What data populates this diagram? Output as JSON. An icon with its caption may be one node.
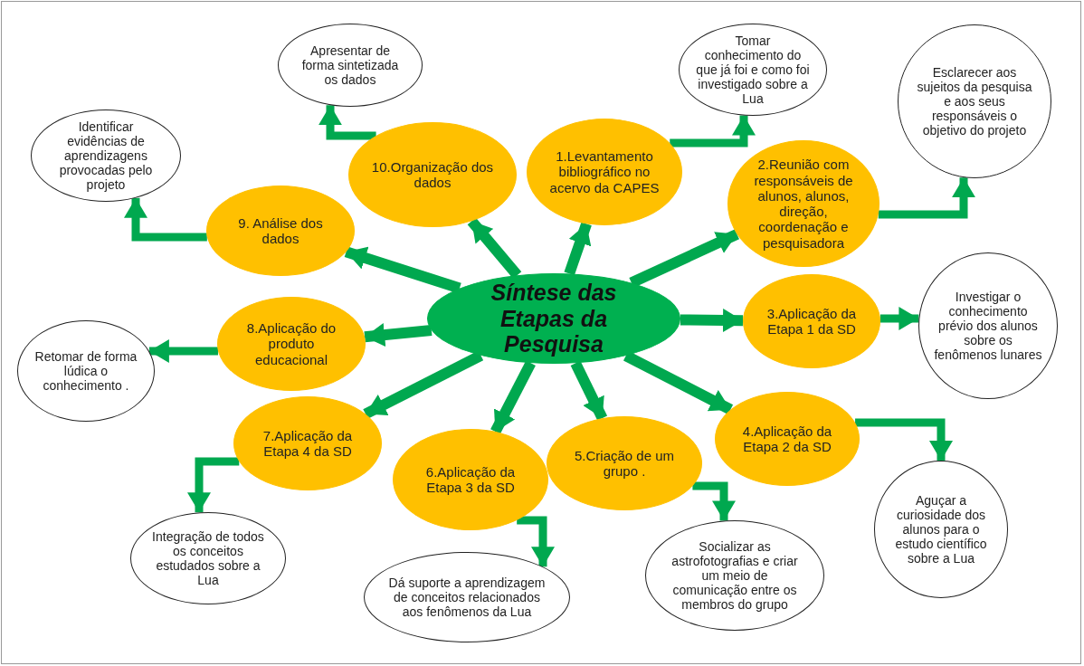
{
  "diagram": {
    "nodes": [
      {
        "text": [
          "Síntese das Etapas da Pesquisa"
        ]
      },
      {
        "text": [
          "1.Levantamento bibliográfico no acervo da CAPES"
        ]
      },
      {
        "text": [
          "2.Reunião com responsáveis de alunos, alunos, direção, coordenação e pesquisadora"
        ]
      },
      {
        "text": [
          "3.Aplicação da Etapa 1 da SD"
        ]
      },
      {
        "text": [
          "4.Aplicação da Etapa 2 da SD"
        ]
      },
      {
        "text": [
          "5.Criação de um grupo ."
        ]
      },
      {
        "text": [
          "6.Aplicação da Etapa 3 da SD"
        ]
      },
      {
        "text": [
          "7.Aplicação da Etapa 4 da SD"
        ]
      },
      {
        "text": [
          "8.Aplicação do produto educacional"
        ]
      },
      {
        "text": [
          "9. Análise dos dados"
        ]
      },
      {
        "text": [
          "10.Organização dos dados"
        ]
      },
      {
        "text": [
          "Apresentar de forma sintetizada os dados"
        ]
      },
      {
        "text": [
          "Tomar conhecimento do que já foi e como foi investigado sobre a Lua"
        ]
      },
      {
        "text": [
          "Esclarecer aos sujeitos da pesquisa e aos seus responsáveis o objetivo do projeto"
        ]
      },
      {
        "text": [
          "Identificar evidências de aprendizagens provocadas pelo projeto"
        ]
      },
      {
        "text": [
          "Investigar o conhecimento prévio dos alunos sobre os fenômenos lunares"
        ]
      },
      {
        "text": [
          "Retomar de forma lúdica o conhecimento ."
        ]
      },
      {
        "text": [
          "Aguçar a curiosidade dos alunos para o estudo científico sobre a Lua"
        ]
      },
      {
        "text": [
          "Integração de todos os conceitos estudados sobre a Lua"
        ]
      },
      {
        "text": [
          "Dá suporte a aprendizagem de conceitos relacionados aos fenômenos da Lua"
        ]
      },
      {
        "text": [
          "Socializar as astrofotografias e criar um meio de comunicação entre os membros do grupo"
        ]
      }
    ],
    "edges": [
      {
        "from": 0,
        "to": 1,
        "arrow": "to"
      },
      {
        "from": 0,
        "to": 2,
        "arrow": "to"
      },
      {
        "from": 0,
        "to": 3,
        "arrow": "to"
      },
      {
        "from": 0,
        "to": 4,
        "arrow": "to"
      },
      {
        "from": 0,
        "to": 5,
        "arrow": "to"
      },
      {
        "from": 0,
        "to": 6,
        "arrow": "to"
      },
      {
        "from": 0,
        "to": 7,
        "arrow": "to"
      },
      {
        "from": 0,
        "to": 8,
        "arrow": "to"
      },
      {
        "from": 0,
        "to": 9,
        "arrow": "to"
      },
      {
        "from": 0,
        "to": 10,
        "arrow": "to"
      },
      {
        "from": 1,
        "to": 12,
        "arrow": "to"
      },
      {
        "from": 2,
        "to": 13,
        "arrow": "to"
      },
      {
        "from": 3,
        "to": 15,
        "arrow": "to"
      },
      {
        "from": 4,
        "to": 17,
        "arrow": "to"
      },
      {
        "from": 5,
        "to": 20,
        "arrow": "to"
      },
      {
        "from": 6,
        "to": 19,
        "arrow": "to"
      },
      {
        "from": 7,
        "to": 18,
        "arrow": "to"
      },
      {
        "from": 8,
        "to": 16,
        "arrow": "to"
      },
      {
        "from": 9,
        "to": 14,
        "arrow": "to"
      },
      {
        "from": 10,
        "to": 11,
        "arrow": "to"
      }
    ]
  }
}
